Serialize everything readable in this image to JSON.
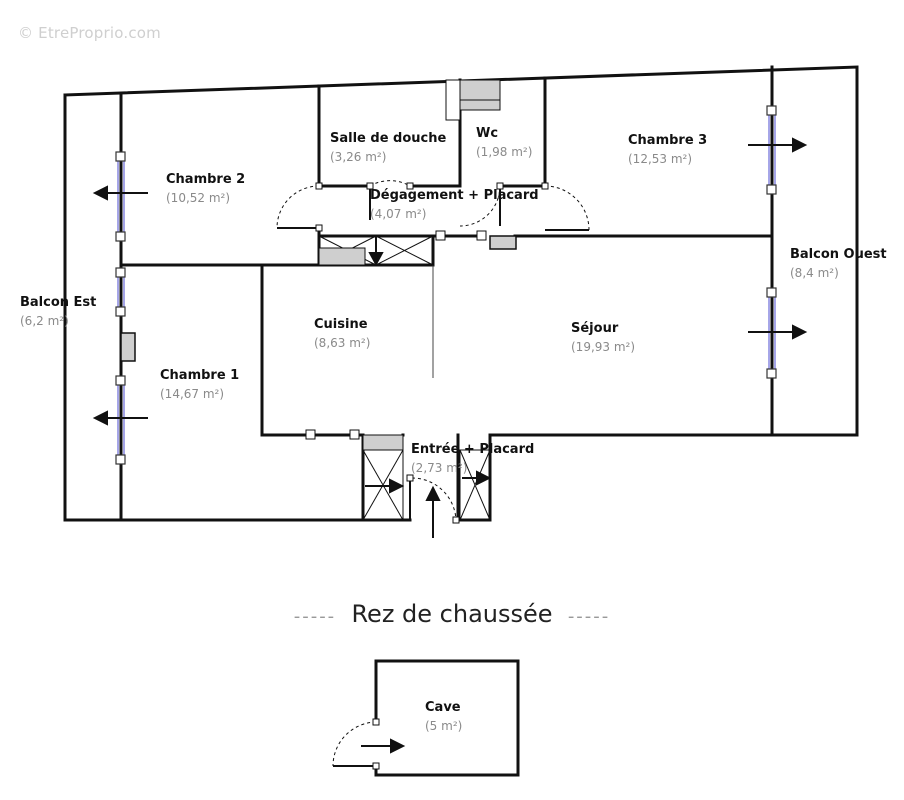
{
  "watermark": "© EtreProprio.com",
  "floor_label": "Rez de chaussée",
  "floor_dashes": "-----",
  "rooms": {
    "chambre2": {
      "name": "Chambre 2",
      "area": "(10,52 m²)"
    },
    "salle_douche": {
      "name": "Salle de douche",
      "area": "(3,26 m²)"
    },
    "wc": {
      "name": "Wc",
      "area": "(1,98 m²)"
    },
    "chambre3": {
      "name": "Chambre 3",
      "area": "(12,53 m²)"
    },
    "degagement": {
      "name": "Dégagement + Placard",
      "area": "(4,07 m²)"
    },
    "balcon_ouest": {
      "name": "Balcon Ouest",
      "area": "(8,4 m²)"
    },
    "balcon_est": {
      "name": "Balcon Est",
      "area": "(6,2 m²)"
    },
    "cuisine": {
      "name": "Cuisine",
      "area": "(8,63 m²)"
    },
    "sejour": {
      "name": "Séjour",
      "area": "(19,93 m²)"
    },
    "chambre1": {
      "name": "Chambre 1",
      "area": "(14,67 m²)"
    },
    "entree": {
      "name": "Entrée + Placard",
      "area": "(2,73 m²)"
    },
    "cave": {
      "name": "Cave",
      "area": "(5 m²)"
    }
  }
}
